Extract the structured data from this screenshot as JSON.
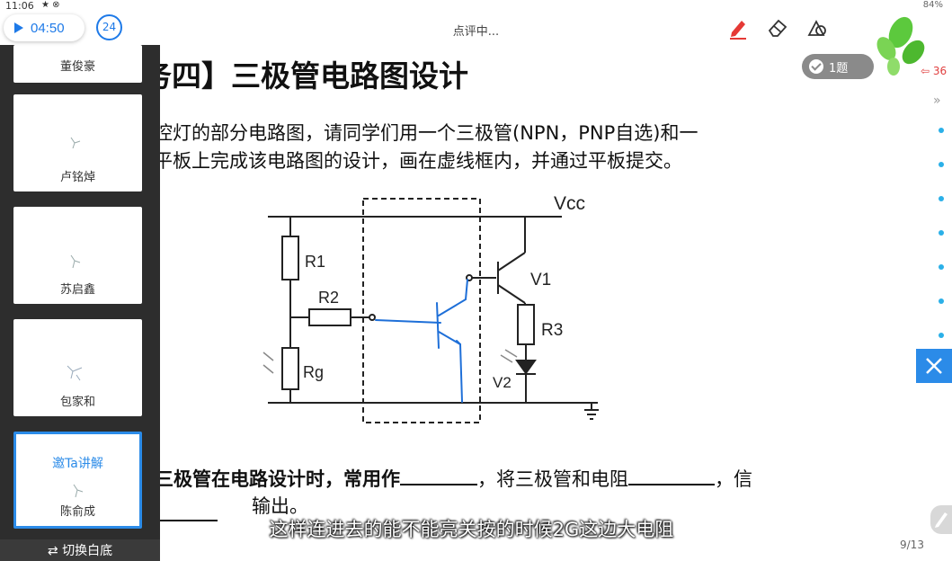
{
  "status_bar": {
    "time": "11:06",
    "icons": "★ ⊗",
    "battery": "84%"
  },
  "controls": {
    "play_time": "04:50",
    "viewer_count": "24",
    "review_status": "点评中...",
    "question_count": "1题",
    "exit_badge": "36",
    "more_chevron": "»"
  },
  "slide": {
    "title": "【任务四】三极管电路图设计",
    "body_line1": "光控灯的部分电路图，请同学们用一个三极管(NPN，PNP自选)和一",
    "body_line2": "在平板上完成该电路图的设计，画在虚线框内，并通过平板提交。",
    "question_part1": "三极管在电路设计时，常用作",
    "question_part2": "，将三极管和电阻",
    "question_part3": "，信",
    "question_line2": "输出。",
    "page_indicator": "9/13",
    "subtitle": "这样连进去的能不能亮关按的时候2G这边大电阻"
  },
  "circuit": {
    "vcc": "Vcc",
    "r1": "R1",
    "r2": "R2",
    "rg": "Rg",
    "v1": "V1",
    "r3": "R3",
    "v2": "V2",
    "line_color": "#222222",
    "ink_color": "#1e6fd8"
  },
  "students": [
    {
      "name": "董俊豪"
    },
    {
      "name": "卢铭焯"
    },
    {
      "name": "苏启鑫"
    },
    {
      "name": "包家和"
    },
    {
      "name": "陈俞成",
      "invite": "邀Ta讲解"
    }
  ],
  "sidebar_footer": "⇄ 切换白底",
  "colors": {
    "accent": "#1e7ae8",
    "sidebar_bg": "#2d2d2d",
    "close_button": "#2b8be8"
  }
}
